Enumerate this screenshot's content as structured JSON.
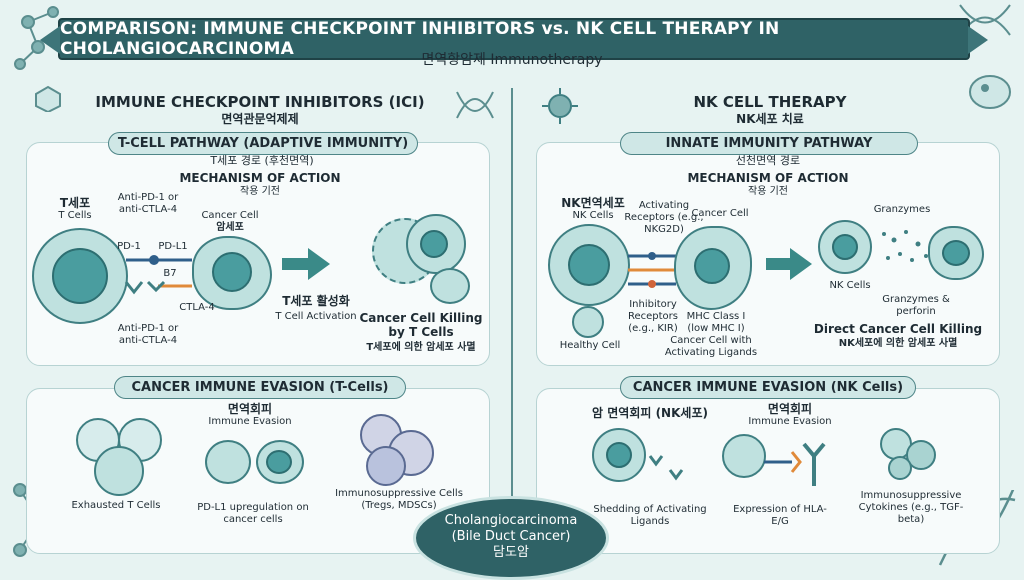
{
  "header": {
    "title": "COMPARISON: IMMUNE CHECKPOINT INHIBITORS vs. NK CELL THERAPY IN CHOLANGIOCARCINOMA",
    "subtitle": "면역항암제 Immunotherapy"
  },
  "left": {
    "title": "IMMUNE CHECKPOINT INHIBITORS (ICI)",
    "title_ko": "면역관문억제제",
    "pathway": "T-CELL PATHWAY (ADAPTIVE IMMUNITY)",
    "pathway_ko": "T세포 경로 (후천면역)",
    "moa": "MECHANISM OF ACTION",
    "moa_ko": "작용 기전",
    "tcell_ko": "T세포",
    "tcell": "T Cells",
    "anti_top": "Anti-PD-1 or anti-CTLA-4",
    "cancer_cell": "Cancer Cell",
    "cancer_cell_ko": "암세포",
    "pd1": "PD-1",
    "pdl1": "PD-L1",
    "b7": "B7",
    "ctla4": "CTLA-4",
    "anti_bottom": "Anti-PD-1 or anti-CTLA-4",
    "activation_ko": "T세포 활성화",
    "activation": "T Cell Activation",
    "killing": "Cancer Cell Killing by T Cells",
    "killing_ko": "T세포에 의한 암세포 사멸",
    "evasion_title": "CANCER IMMUNE EVASION (T-Cells)",
    "evasion_ko": "면역회피",
    "evasion": "Immune Evasion",
    "exhausted": "Exhausted T Cells",
    "pdl1_up": "PD-L1 upregulation on cancer cells",
    "immunosuppressive": "Immunosuppressive Cells (Tregs, MDSCs)"
  },
  "right": {
    "title": "NK CELL THERAPY",
    "title_ko": "NK세포 치료",
    "pathway": "INNATE IMMUNITY PATHWAY",
    "pathway_ko": "선천면역 경로",
    "moa": "MECHANISM OF ACTION",
    "moa_ko": "작용 기전",
    "nk_ko": "NK면역세포",
    "nk": "NK Cells",
    "activating": "Activating Receptors (e.g., NKG2D)",
    "cancer_cell": "Cancer Cell",
    "inhibitory": "Inhibitory Receptors (e.g., KIR)",
    "mhc": "MHC Class I (low MHC I)",
    "healthy": "Healthy Cell",
    "cancer_ligands": "Cancer Cell with Activating Ligands",
    "granzymes": "Granzymes",
    "nk_cells": "NK Cells",
    "granzymes_perforin": "Granzymes & perforin",
    "direct_kill": "Direct Cancer Cell Killing",
    "direct_kill_ko": "NK세포에 의한 암세포 사멸",
    "evasion_title": "CANCER IMMUNE EVASION (NK Cells)",
    "evasion_left_ko": "암 면역회피 (NK세포)",
    "evasion_ko": "면역회피",
    "evasion": "Immune Evasion",
    "shedding": "Shedding of Activating Ligands",
    "hla": "Expression of HLA-E/G",
    "cytokines": "Immunosuppressive Cytokines (e.g., TGF-beta)"
  },
  "center": {
    "line1": "Cholangiocarcinoma",
    "line2": "(Bile Duct Cancer)",
    "line3": "담도암"
  },
  "colors": {
    "banner": "#2f6266",
    "accent": "#3a8a88",
    "panel": "#f7fbfb",
    "background": "#e7f3f2"
  },
  "icons": [
    "molecule-icon",
    "dna-icon",
    "virus-icon",
    "bacteria-icon"
  ]
}
